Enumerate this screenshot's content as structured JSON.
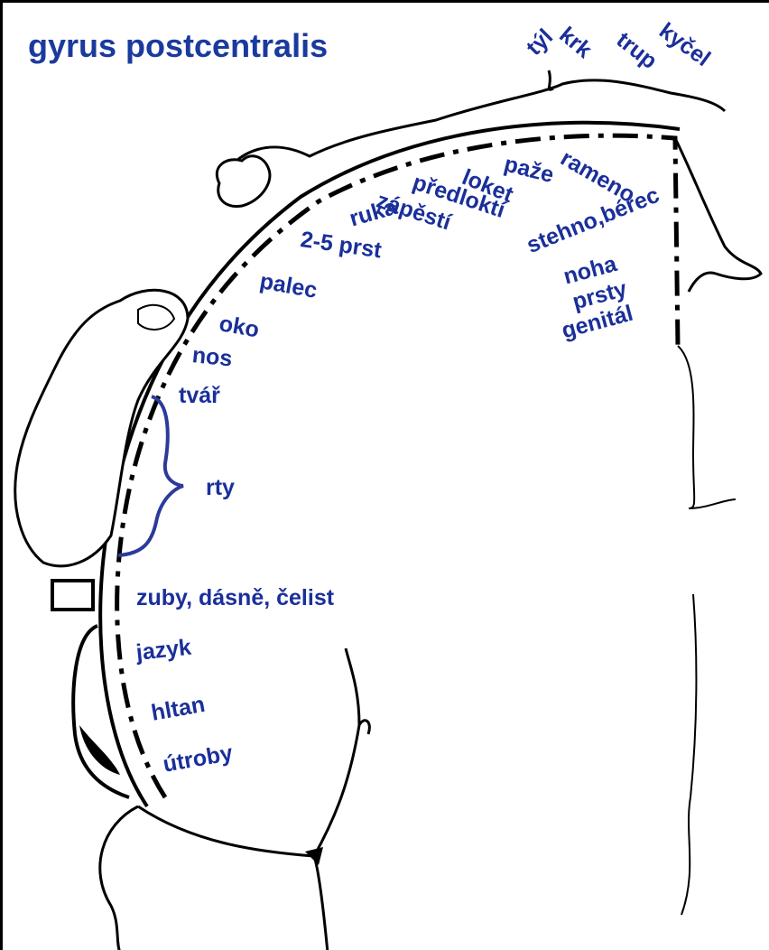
{
  "title": "gyrus postcentralis",
  "accent_color": "#1a2f9a",
  "labels": {
    "tyl": "týl",
    "krk": "krk",
    "trup": "trup",
    "kycel": "kyčel",
    "paze": "paže",
    "rameno": "rameno",
    "loket": "loket",
    "predlokti": "předloktí",
    "zapesti": "zápěstí",
    "ruka": "ruka",
    "prsty25": "2-5 prst",
    "palec": "palec",
    "oko": "oko",
    "nos": "nos",
    "tvar": "tvář",
    "rty": "rty",
    "stehno_berec": "stehno,bérec",
    "noha": "noha",
    "prsty": "prsty",
    "genital": "genitál",
    "zuby": "zuby, dásně, čelist",
    "jazyk": "jazyk",
    "hltan": "hltan",
    "utroby": "útroby"
  }
}
